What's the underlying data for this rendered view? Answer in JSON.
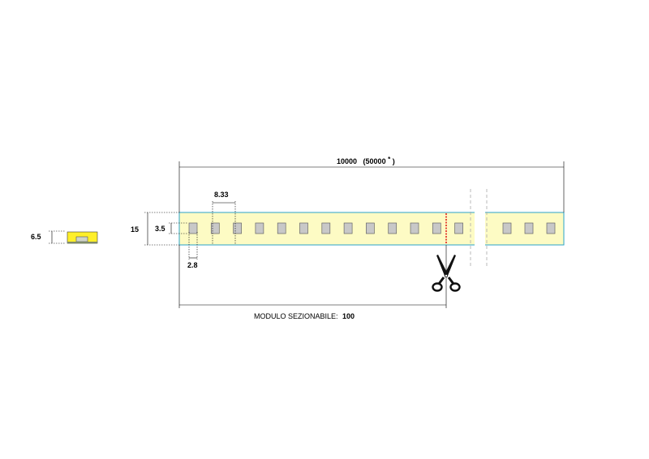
{
  "colors": {
    "strip_fill": "#fdfbc4",
    "strip_border": "#2aa3c9",
    "led_fill": "#c8c8c8",
    "led_border": "#666666",
    "cut_line": "#e0201b",
    "profile_yellow": "#ffef2a",
    "profile_base": "#7f8a6a"
  },
  "dimensions": {
    "section_height": "6.5",
    "strip_width": "15",
    "led_width": "3.5",
    "led_pitch": "8.33",
    "led_size": "2.8",
    "total_length_main": "10000",
    "total_length_alt": "(50000",
    "total_length_mark": "*",
    "total_length_close": ")",
    "cut_module_label": "MODULO SEZIONABILE:",
    "cut_module_value": "100"
  },
  "icons": {
    "cut": "scissors-icon"
  }
}
